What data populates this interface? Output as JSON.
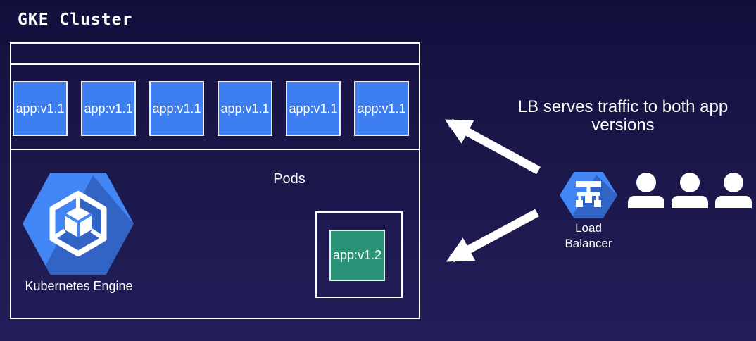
{
  "title": "GKE Cluster",
  "cluster": {
    "pods_label": "Pods",
    "pods": [
      {
        "label": "app:v1.1"
      },
      {
        "label": "app:v1.1"
      },
      {
        "label": "app:v1.1"
      },
      {
        "label": "app:v1.1"
      },
      {
        "label": "app:v1.1"
      },
      {
        "label": "app:v1.1"
      }
    ],
    "pod_v2": {
      "label": "app:v1.2"
    },
    "engine_label": "Kubernetes Engine"
  },
  "right_side": {
    "annotation": "LB serves traffic to both app versions",
    "load_balancer_label": "Load Balancer",
    "user_icon_count": 3
  },
  "icons": {
    "kubernetes_engine": "gke-hexagon-cube-icon",
    "load_balancer": "load-balancer-hexagon-icon",
    "users": "person-silhouette-icon",
    "arrows": "white-arrow-to-cluster"
  },
  "colors": {
    "bg_top": "#120f3d",
    "bg_mid": "#1b1749",
    "bg_bottom": "#221e5a",
    "line": "#ffffff",
    "text": "#ffffff",
    "pod_blue": "#3d7ef0",
    "pod_green": "#2a9378",
    "hex_blue": "#4285f4"
  }
}
